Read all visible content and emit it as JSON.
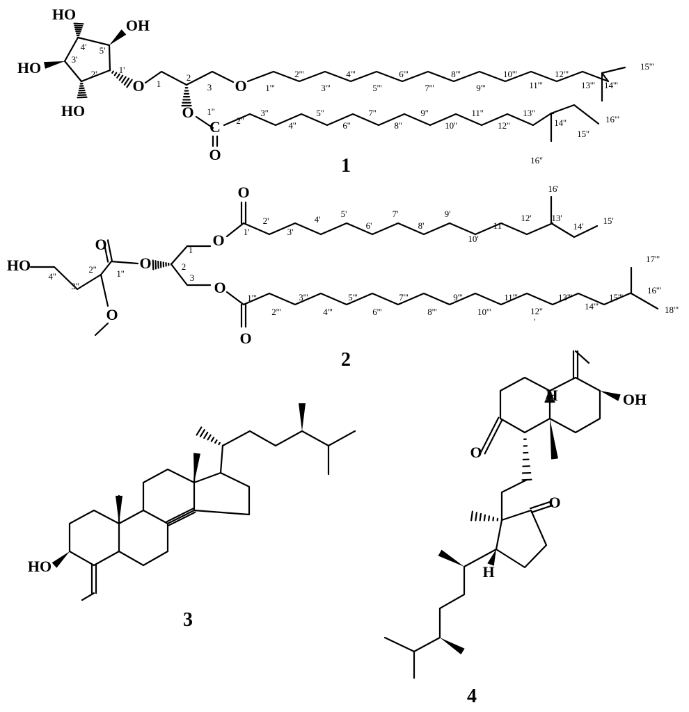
{
  "compounds": [
    {
      "id": "1",
      "atoms": [
        "HO",
        "OH",
        "HO",
        "HO",
        "O",
        "O",
        "O",
        "C",
        "O"
      ],
      "positions": [
        "1",
        "2",
        "3",
        "1'",
        "2'",
        "3'",
        "4'",
        "5'",
        "1''",
        "2''",
        "3''",
        "4''",
        "5''",
        "6''",
        "7''",
        "8''",
        "9''",
        "10''",
        "11''",
        "12''",
        "13''",
        "14''",
        "15''",
        "16''",
        "1'''",
        "2'''",
        "3'''",
        "4'''",
        "5'''",
        "6'''",
        "7'''",
        "8'''",
        "9'''",
        "10'''",
        "11'''",
        "12'''",
        "13'''",
        "14'''",
        "15'''",
        "16'''"
      ]
    },
    {
      "id": "2",
      "atoms": [
        "HO",
        "O",
        "O",
        "O",
        "O",
        "O",
        "O",
        "O"
      ],
      "positions": [
        "1",
        "2",
        "3",
        "1'",
        "2'",
        "3'",
        "4'",
        "5'",
        "6'",
        "7'",
        "8'",
        "9'",
        "10'",
        "11'",
        "12'",
        "13'",
        "14'",
        "15'",
        "16'",
        "1''",
        "2''",
        "3''",
        "4''",
        "1'''",
        "2'''",
        "3'''",
        "4'''",
        "5'''",
        "6'''",
        "7'''",
        "8'''",
        "9'''",
        "10'''",
        "11'''",
        "12''",
        "'",
        "13'''",
        "14'''",
        "15'''",
        "16'''",
        "17'''",
        "18'''"
      ]
    },
    {
      "id": "3",
      "atoms": [
        "HO"
      ]
    },
    {
      "id": "4",
      "atoms": [
        "H",
        "OH",
        "O",
        "O",
        "H"
      ]
    }
  ]
}
